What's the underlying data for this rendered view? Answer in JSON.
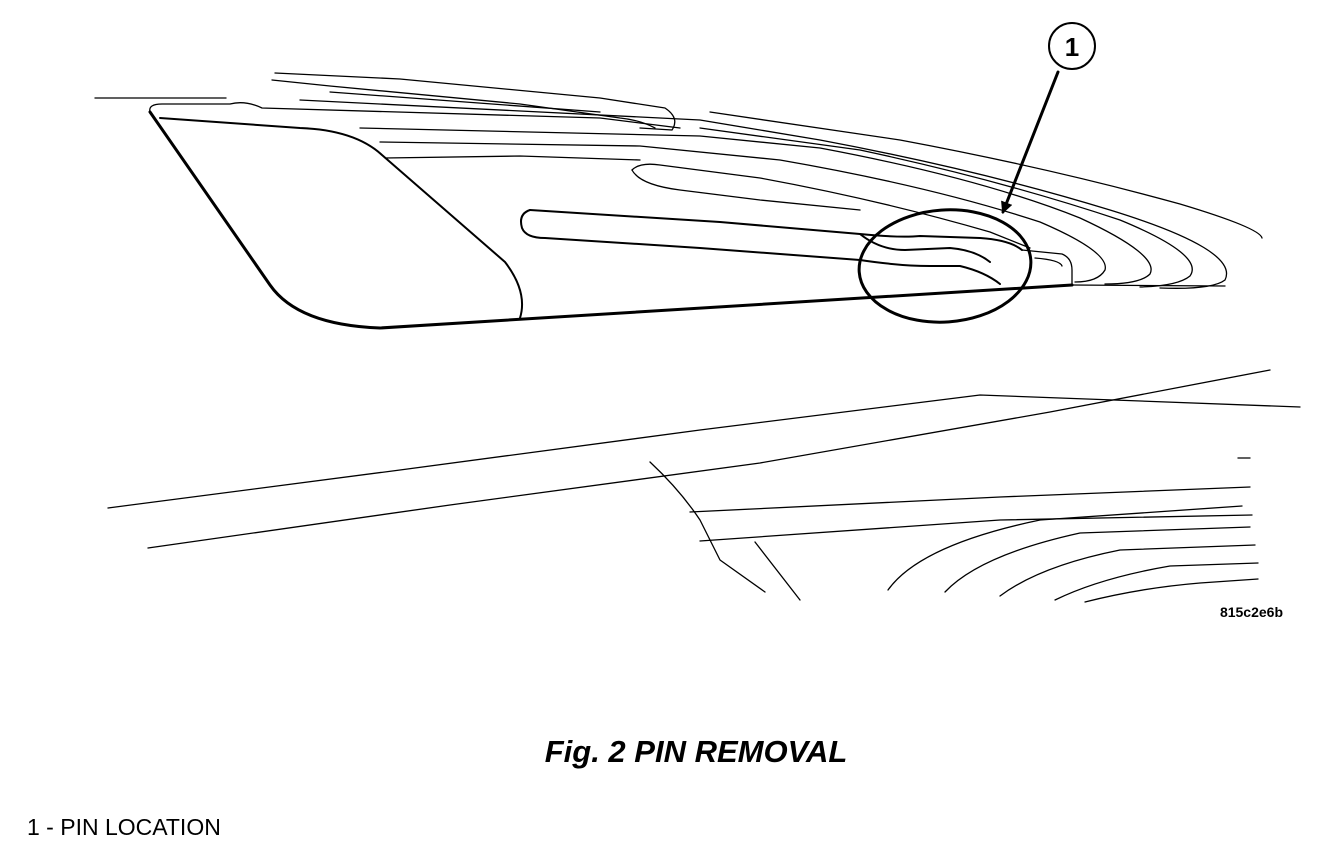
{
  "figure": {
    "callout_number": "1",
    "reference_code": "815c2e6b",
    "caption": "Fig. 2 PIN REMOVAL"
  },
  "legend": {
    "items": [
      {
        "label": "1 - PIN LOCATION"
      }
    ]
  }
}
